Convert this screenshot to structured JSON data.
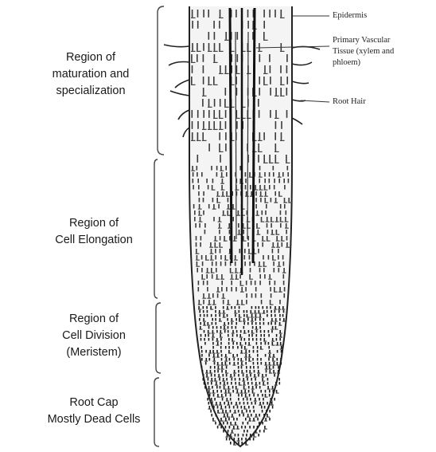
{
  "regions": [
    {
      "id": "maturation",
      "lines": [
        "Region of",
        "maturation and",
        "specialization"
      ]
    },
    {
      "id": "elongation",
      "lines": [
        "Region of",
        "Cell Elongation"
      ]
    },
    {
      "id": "division",
      "lines": [
        "Region of",
        "Cell Division",
        "(Meristem)"
      ]
    },
    {
      "id": "cap",
      "lines": [
        "Root Cap",
        "Mostly Dead Cells"
      ]
    }
  ],
  "callouts": {
    "epidermis": "Epidermis",
    "vascular": [
      "Primary Vascular",
      "Tissue (xylem and",
      "phloem)"
    ],
    "root_hair": "Root Hair"
  },
  "colors": {
    "ink": "#1a1a1a",
    "background": "#ffffff"
  }
}
